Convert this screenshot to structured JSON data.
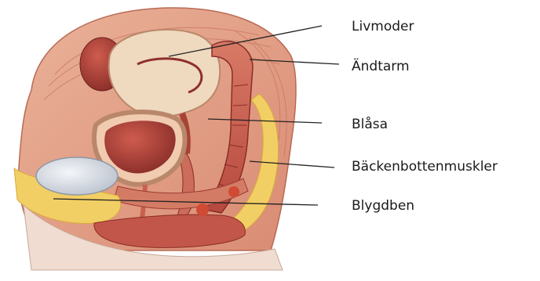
{
  "labels": {
    "uterus": "Livmoder",
    "rectum": "Ändtarm",
    "bladder": "Blåsa",
    "pelvic_floor": "Bäckenbottenmuskler",
    "pubic_bone": "Blygdben"
  },
  "colors": {
    "skin": "#e9a98c",
    "muscle": "#c9614f",
    "muscle_light": "#e39a82",
    "uterus_tissue": "#efd9bf",
    "organ_dark": "#8e2f2a",
    "fat": "#f2cf64",
    "bone": "#dfe3ea",
    "leader_line": "#222222"
  }
}
